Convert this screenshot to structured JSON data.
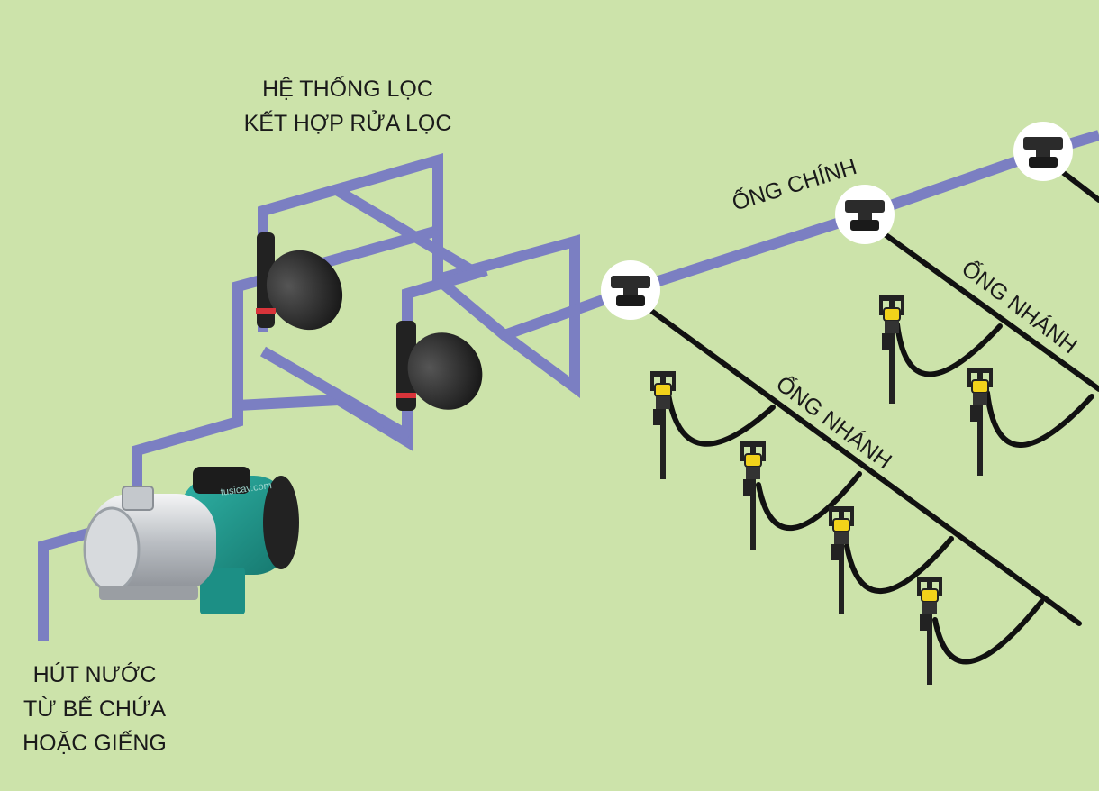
{
  "labels": {
    "filter_system": [
      "HỆ THỐNG LỌC",
      "KẾT HỢP RỬA LỌC"
    ],
    "main_pipe": "ỐNG CHÍNH",
    "branch_pipe_1": "ỐNG NHÁNH",
    "branch_pipe_2": "ỐNG NHÁNH",
    "water_source": [
      "HÚT NƯỚC",
      "TỪ BỂ CHỨA",
      "HOẶC GIẾNG"
    ],
    "watermark": "tusicav.com"
  },
  "colors": {
    "background": "#cce3aa",
    "pipe": "#7b7fc2",
    "branch_pipe": "#111111",
    "pump_body": "#c9cdd2",
    "pump_motor": "#1f9a8f",
    "filter": "#2a2a2a",
    "sprinkler_accent": "#f2d21a"
  },
  "icons": [
    "water-pump-icon",
    "disc-filter-icon",
    "pipe-tee-connector-icon",
    "sprinkler-icon"
  ]
}
